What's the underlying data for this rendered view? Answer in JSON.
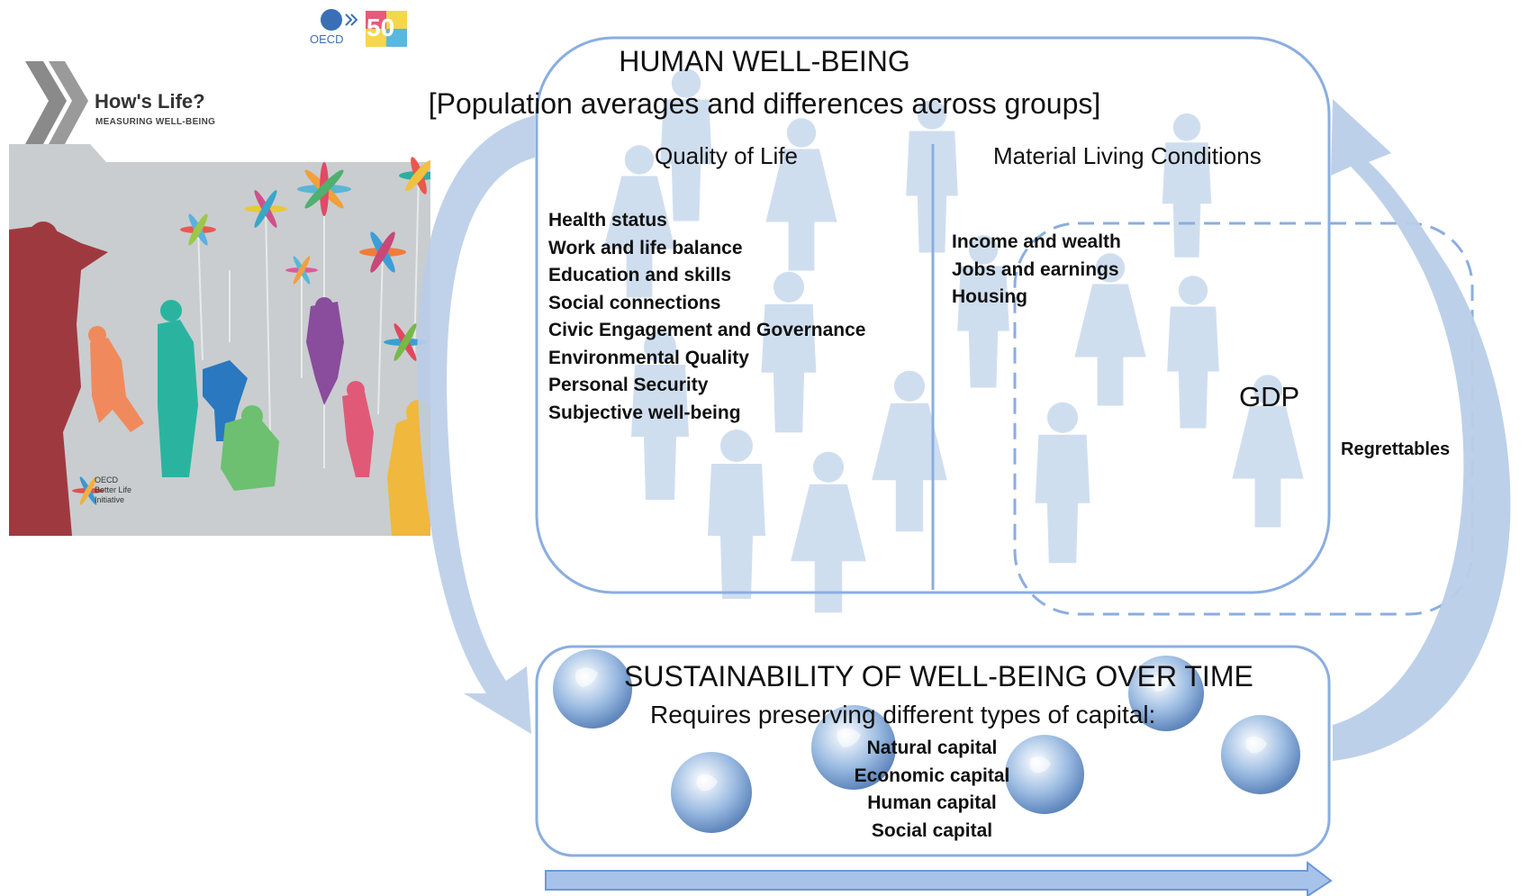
{
  "cover": {
    "title": "How's Life?",
    "subtitle": "MEASURING WELL-BEING",
    "initiative_lines": [
      "OECD",
      "Better Life",
      "Initiative"
    ],
    "logo_text": "OECD",
    "anniversary_text": "50"
  },
  "wellbeing": {
    "title": "HUMAN WELL-BEING",
    "subtitle": "[Population averages and differences across groups]",
    "quality_of_life": {
      "heading": "Quality of Life",
      "items": [
        "Health status",
        "Work and life balance",
        "Education and skills",
        "Social connections",
        "Civic Engagement and Governance",
        "Environmental Quality",
        "Personal Security",
        "Subjective well-being"
      ]
    },
    "material_living": {
      "heading": "Material Living Conditions",
      "items": [
        "Income and wealth",
        "Jobs and earnings",
        "Housing"
      ]
    },
    "gdp_label": "GDP",
    "regrettables_label": "Regrettables"
  },
  "sustainability": {
    "title": "SUSTAINABILITY OF WELL-BEING OVER TIME",
    "subtitle": "Requires preserving different types of capital:",
    "capitals": [
      "Natural capital",
      "Economic capital",
      "Human capital",
      "Social capital"
    ]
  },
  "colors": {
    "box_border": "#8aaee0",
    "arrow_fill": "#b9cde8",
    "figure_fill": "#c7d8ec",
    "timeline_fill": "#a7c3ea"
  }
}
